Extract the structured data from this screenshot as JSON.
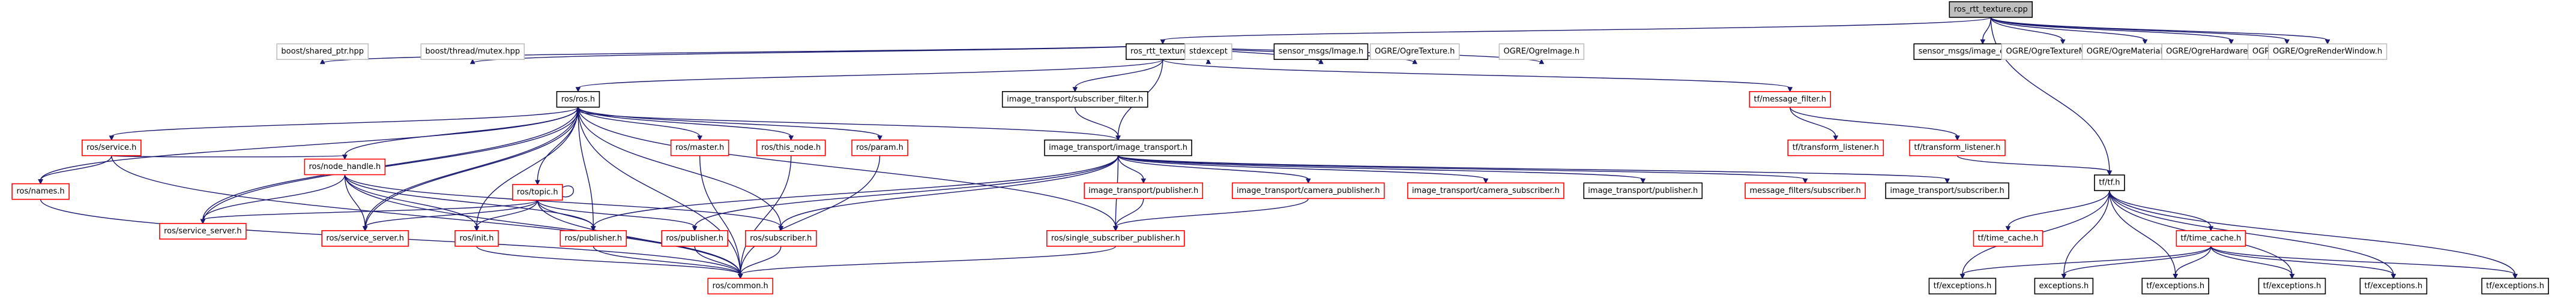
{
  "colors": {
    "edge": "#191970",
    "root_fill": "#bfbfbf",
    "documented_border": "#000000",
    "undocumented_border": "#ff0000",
    "external_border": "#bfbfbf",
    "text": "#000000",
    "background": "#ffffff"
  },
  "nodes": [
    {
      "id": "root",
      "label": "ros_rtt_texture.cpp",
      "kind": "root"
    },
    {
      "id": "rtt_h",
      "label": "ros_rtt_texture.h",
      "kind": "documented"
    },
    {
      "id": "sensor_enc",
      "label": "sensor_msgs/image_encodings.h",
      "kind": "documented"
    },
    {
      "id": "texmgr",
      "label": "OGRE/OgreTextureManager.h",
      "kind": "external"
    },
    {
      "id": "matmgr",
      "label": "OGRE/OgreMaterialManager.h",
      "kind": "external"
    },
    {
      "id": "hwpix",
      "label": "OGRE/OgreHardwarePixelBuffer.h",
      "kind": "external"
    },
    {
      "id": "ogreroot",
      "label": "OGRE/OgreRoot.h",
      "kind": "external"
    },
    {
      "id": "renderwin",
      "label": "OGRE/OgreRenderWindow.h",
      "kind": "external"
    },
    {
      "id": "shared_ptr",
      "label": "boost/shared_ptr.hpp",
      "kind": "external"
    },
    {
      "id": "mutex",
      "label": "boost/thread/mutex.hpp",
      "kind": "external"
    },
    {
      "id": "ros_h",
      "label": "ros/ros.h",
      "kind": "documented"
    },
    {
      "id": "sub_filter",
      "label": "image_transport/subscriber_filter.h",
      "kind": "documented"
    },
    {
      "id": "stdexcept",
      "label": "stdexcept",
      "kind": "external"
    },
    {
      "id": "sensor_image",
      "label": "sensor_msgs/Image.h",
      "kind": "documented"
    },
    {
      "id": "ogretex",
      "label": "OGRE/OgreTexture.h",
      "kind": "external"
    },
    {
      "id": "ogreimg",
      "label": "OGRE/OgreImage.h",
      "kind": "external"
    },
    {
      "id": "msg_filter",
      "label": "tf/message_filter.h",
      "kind": "undocumented"
    },
    {
      "id": "tf_h",
      "label": "tf/tf.h",
      "kind": "documented"
    },
    {
      "id": "ros_service",
      "label": "ros/service.h",
      "kind": "undocumented"
    },
    {
      "id": "ros_node_handle",
      "label": "ros/node_handle.h",
      "kind": "undocumented"
    },
    {
      "id": "ros_topic",
      "label": "ros/topic.h",
      "kind": "undocumented"
    },
    {
      "id": "ros_master",
      "label": "ros/master.h",
      "kind": "undocumented"
    },
    {
      "id": "ros_this_node",
      "label": "ros/this_node.h",
      "kind": "undocumented"
    },
    {
      "id": "ros_param",
      "label": "ros/param.h",
      "kind": "undocumented"
    },
    {
      "id": "image_transport",
      "label": "image_transport/image_transport.h",
      "kind": "documented"
    },
    {
      "id": "tf_listener_a",
      "label": "tf/transform_listener.h",
      "kind": "undocumented"
    },
    {
      "id": "tf_listener_b",
      "label": "tf/transform_listener.h",
      "kind": "undocumented"
    },
    {
      "id": "ros_names",
      "label": "ros/names.h",
      "kind": "undocumented"
    },
    {
      "id": "it_publisher",
      "label": "image_transport/publisher.h",
      "kind": "undocumented"
    },
    {
      "id": "it_cam_pub",
      "label": "image_transport/camera_publisher.h",
      "kind": "undocumented"
    },
    {
      "id": "it_cam_sub",
      "label": "image_transport/camera_subscriber.h",
      "kind": "undocumented"
    },
    {
      "id": "it_pub2",
      "label": "image_transport/publisher.h",
      "kind": "documented"
    },
    {
      "id": "mf_sub",
      "label": "message_filters/subscriber.h",
      "kind": "undocumented"
    },
    {
      "id": "it_subscriber",
      "label": "image_transport/subscriber.h",
      "kind": "documented"
    },
    {
      "id": "ros_service_server_a",
      "label": "ros/service_server.h",
      "kind": "undocumented"
    },
    {
      "id": "ros_service_server_b",
      "label": "ros/service_server.h",
      "kind": "undocumented"
    },
    {
      "id": "ros_init",
      "label": "ros/init.h",
      "kind": "undocumented"
    },
    {
      "id": "ros_publisher",
      "label": "ros/publisher.h",
      "kind": "undocumented"
    },
    {
      "id": "ros_publisher2",
      "label": "ros/publisher.h",
      "kind": "undocumented"
    },
    {
      "id": "ros_subscriber",
      "label": "ros/subscriber.h",
      "kind": "undocumented"
    },
    {
      "id": "single_sub_pub",
      "label": "ros/single_subscriber_publisher.h",
      "kind": "undocumented"
    },
    {
      "id": "ros_common",
      "label": "ros/common.h",
      "kind": "undocumented"
    },
    {
      "id": "tf_time_cache_a",
      "label": "tf/time_cache.h",
      "kind": "undocumented"
    },
    {
      "id": "tf_time_cache_b",
      "label": "tf/time_cache.h",
      "kind": "undocumented"
    },
    {
      "id": "tf_exc_1",
      "label": "tf/exceptions.h",
      "kind": "documented"
    },
    {
      "id": "exceptions",
      "label": "exceptions.h",
      "kind": "documented"
    },
    {
      "id": "tf_exc_2",
      "label": "tf/exceptions.h",
      "kind": "documented"
    },
    {
      "id": "tf_exc_3",
      "label": "tf/exceptions.h",
      "kind": "documented"
    },
    {
      "id": "tf_exc_4",
      "label": "tf/exceptions.h",
      "kind": "documented"
    },
    {
      "id": "tf_exc_5",
      "label": "tf/exceptions.h",
      "kind": "documented"
    }
  ],
  "edges": [
    [
      "root",
      "rtt_h"
    ],
    [
      "root",
      "sensor_enc"
    ],
    [
      "root",
      "texmgr"
    ],
    [
      "root",
      "matmgr"
    ],
    [
      "root",
      "hwpix"
    ],
    [
      "root",
      "ogreroot"
    ],
    [
      "root",
      "renderwin"
    ],
    [
      "root",
      "tf_h"
    ],
    [
      "rtt_h",
      "shared_ptr"
    ],
    [
      "rtt_h",
      "mutex"
    ],
    [
      "rtt_h",
      "ros_h"
    ],
    [
      "rtt_h",
      "sub_filter"
    ],
    [
      "rtt_h",
      "stdexcept"
    ],
    [
      "rtt_h",
      "sensor_image"
    ],
    [
      "rtt_h",
      "ogretex"
    ],
    [
      "rtt_h",
      "ogreimg"
    ],
    [
      "rtt_h",
      "msg_filter"
    ],
    [
      "rtt_h",
      "image_transport"
    ],
    [
      "msg_filter",
      "tf_listener_a"
    ],
    [
      "msg_filter",
      "tf_listener_b"
    ],
    [
      "tf_listener_b",
      "tf_h"
    ],
    [
      "sub_filter",
      "image_transport"
    ],
    [
      "ros_h",
      "ros_service"
    ],
    [
      "ros_h",
      "ros_names"
    ],
    [
      "ros_h",
      "ros_node_handle"
    ],
    [
      "ros_h",
      "ros_topic"
    ],
    [
      "ros_h",
      "ros_master"
    ],
    [
      "ros_h",
      "ros_this_node"
    ],
    [
      "ros_h",
      "ros_param"
    ],
    [
      "ros_h",
      "ros_service_server_a"
    ],
    [
      "ros_h",
      "ros_service_server_b"
    ],
    [
      "ros_h",
      "ros_init"
    ],
    [
      "ros_h",
      "ros_publisher"
    ],
    [
      "ros_h",
      "ros_subscriber"
    ],
    [
      "ros_h",
      "single_sub_pub"
    ],
    [
      "ros_h",
      "ros_common"
    ],
    [
      "ros_service",
      "ros_names"
    ],
    [
      "ros_service",
      "ros_node_handle"
    ],
    [
      "ros_service",
      "ros_common"
    ],
    [
      "ros_names",
      "ros_common"
    ],
    [
      "ros_node_handle",
      "ros_service_server_a"
    ],
    [
      "ros_node_handle",
      "ros_service_server_b"
    ],
    [
      "ros_node_handle",
      "ros_init"
    ],
    [
      "ros_node_handle",
      "ros_publisher"
    ],
    [
      "ros_node_handle",
      "ros_subscriber"
    ],
    [
      "ros_node_handle",
      "ros_common"
    ],
    [
      "ros_topic",
      "ros_topic"
    ],
    [
      "ros_topic",
      "ros_service_server_a"
    ],
    [
      "ros_topic",
      "ros_service_server_b"
    ],
    [
      "ros_topic",
      "ros_init"
    ],
    [
      "ros_topic",
      "ros_publisher"
    ],
    [
      "ros_topic",
      "ros_publisher2"
    ],
    [
      "ros_topic",
      "ros_common"
    ],
    [
      "ros_master",
      "ros_common"
    ],
    [
      "ros_this_node",
      "ros_common"
    ],
    [
      "ros_param",
      "ros_common"
    ],
    [
      "ros_service_server_a",
      "ros_h"
    ],
    [
      "ros_service_server_b",
      "ros_h"
    ],
    [
      "ros_init",
      "ros_common"
    ],
    [
      "ros_publisher",
      "ros_common"
    ],
    [
      "ros_publisher2",
      "ros_common"
    ],
    [
      "ros_subscriber",
      "ros_common"
    ],
    [
      "single_sub_pub",
      "ros_common"
    ],
    [
      "image_transport",
      "ros_h"
    ],
    [
      "image_transport",
      "it_publisher"
    ],
    [
      "image_transport",
      "it_cam_pub"
    ],
    [
      "image_transport",
      "it_cam_sub"
    ],
    [
      "image_transport",
      "it_pub2"
    ],
    [
      "image_transport",
      "mf_sub"
    ],
    [
      "image_transport",
      "it_subscriber"
    ],
    [
      "image_transport",
      "ros_publisher2"
    ],
    [
      "image_transport",
      "ros_subscriber"
    ],
    [
      "image_transport",
      "single_sub_pub"
    ],
    [
      "image_transport",
      "ros_publisher"
    ],
    [
      "it_publisher",
      "single_sub_pub"
    ],
    [
      "it_cam_pub",
      "single_sub_pub"
    ],
    [
      "tf_h",
      "tf_time_cache_a"
    ],
    [
      "tf_h",
      "tf_time_cache_b"
    ],
    [
      "tf_h",
      "tf_exc_1"
    ],
    [
      "tf_h",
      "exceptions"
    ],
    [
      "tf_h",
      "tf_exc_2"
    ],
    [
      "tf_h",
      "tf_exc_3"
    ],
    [
      "tf_h",
      "tf_exc_4"
    ],
    [
      "tf_h",
      "tf_exc_5"
    ],
    [
      "tf_time_cache_b",
      "tf_exc_1"
    ],
    [
      "tf_time_cache_b",
      "exceptions"
    ],
    [
      "tf_time_cache_b",
      "tf_exc_2"
    ],
    [
      "tf_time_cache_b",
      "tf_exc_3"
    ],
    [
      "tf_time_cache_b",
      "tf_exc_4"
    ],
    [
      "tf_time_cache_b",
      "tf_exc_5"
    ]
  ]
}
